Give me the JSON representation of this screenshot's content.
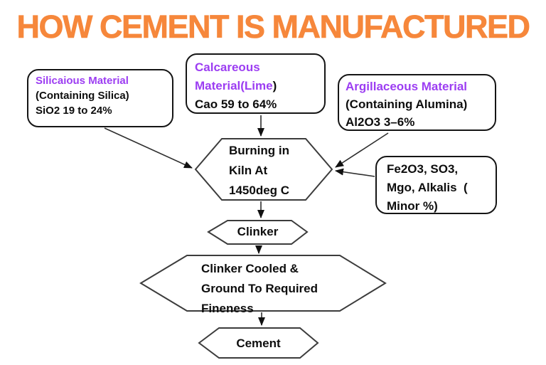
{
  "title": "HOW CEMENT IS MANUFACTURED",
  "colors": {
    "title_orange": "#F6873B",
    "heading_purple": "#9C3DF2",
    "cement_blue": "#5D5DEF",
    "text_black": "#0D0D0D"
  },
  "boxes": {
    "siliceous": {
      "heading": "Silicaious Material",
      "body": "(Containing Silica)\nSiO2 19 to 24%"
    },
    "calcareous": {
      "heading": "Calcareous\nMaterial(Lime",
      "heading_suffix": ")",
      "body": "Cao 59 to 64%"
    },
    "argillaceous": {
      "heading": "Argillaceous Material",
      "body": "(Containing Alumina)\nAl2O3 3–6%"
    },
    "minor_oxides": {
      "body": "Fe2O3, SO3,\nMgo, Alkalis  (\nMinor %)"
    }
  },
  "nodes": {
    "burning_kiln": {
      "label": "Burning in\nKiln At\n1450deg C"
    },
    "clinker": {
      "label": "Clinker"
    },
    "grinding": {
      "label": "Clinker Cooled &\nGround To Required\nFineness"
    },
    "cement": {
      "label": "Cement"
    }
  }
}
